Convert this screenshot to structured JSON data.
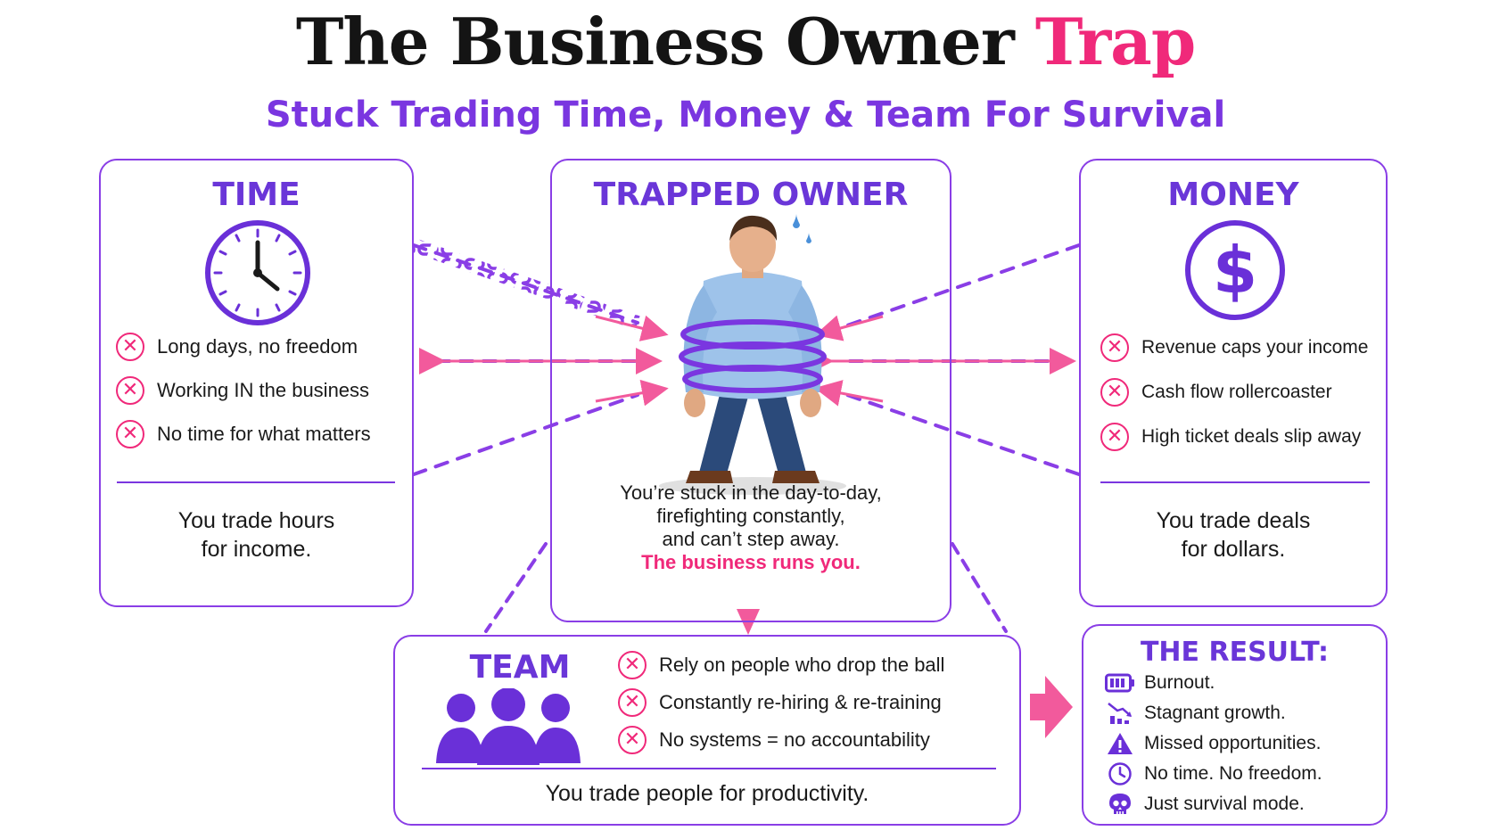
{
  "header": {
    "title_main": "The Business Owner",
    "title_accent": "Trap",
    "subtitle": "Stuck Trading Time, Money & Team For Survival"
  },
  "time": {
    "title": "TIME",
    "bullets": [
      "Long days, no freedom",
      "Working IN the business",
      "No time for what matters"
    ],
    "summary_line1": "You trade hours",
    "summary_line2": "for income."
  },
  "owner": {
    "title": "TRAPPED OWNER",
    "caption_line1": "You’re stuck in the day-to-day,",
    "caption_line2": "firefighting constantly,",
    "caption_line3": "and can’t step away.",
    "punchline": "The business runs you."
  },
  "money": {
    "title": "MONEY",
    "bullets": [
      "Revenue caps your income",
      "Cash flow rollercoaster",
      "High ticket deals slip away"
    ],
    "summary_line1": "You trade deals",
    "summary_line2": "for dollars."
  },
  "team": {
    "title": "TEAM",
    "bullets": [
      "Rely on people who drop the ball",
      "Constantly re-hiring & re-training",
      "No systems = no accountability"
    ],
    "summary": "You trade people for productivity."
  },
  "result": {
    "title": "THE RESULT:",
    "items": [
      {
        "icon": "low-battery-icon",
        "text": "Burnout."
      },
      {
        "icon": "declining-chart-icon",
        "text": "Stagnant growth."
      },
      {
        "icon": "warning-icon",
        "text": "Missed opportunities."
      },
      {
        "icon": "clock-icon",
        "text": "No time. No freedom."
      },
      {
        "icon": "skull-icon",
        "text": "Just survival mode."
      }
    ]
  },
  "colors": {
    "purple": "#7a36e0",
    "pink": "#f0297a",
    "chain": "#8a3ee6"
  },
  "x_symbol": "✕"
}
